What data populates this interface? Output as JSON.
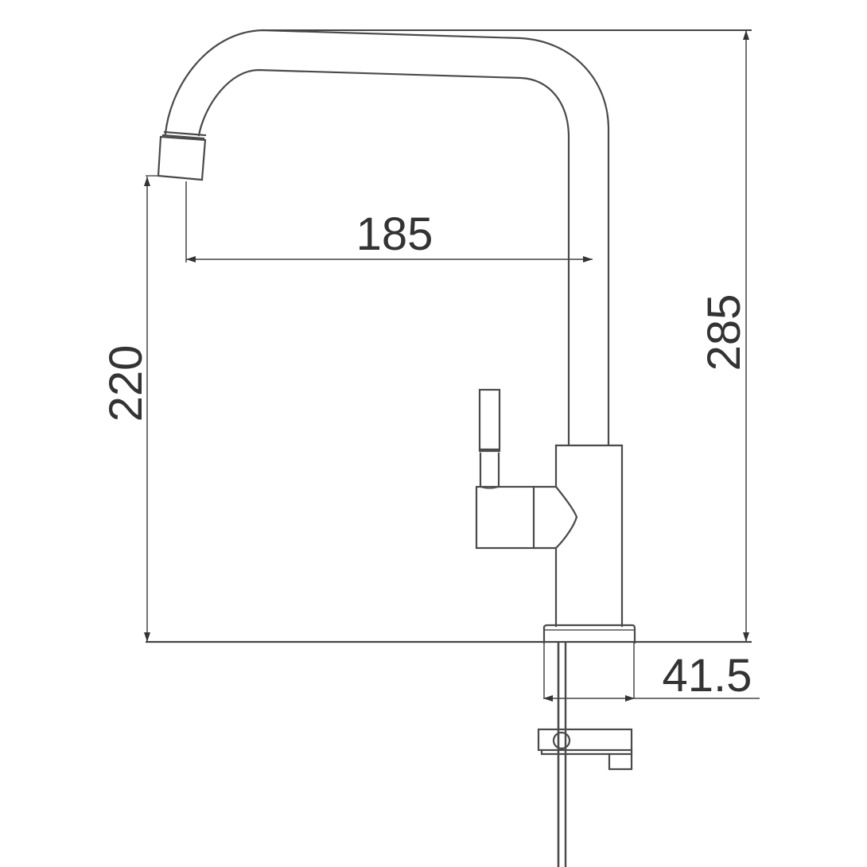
{
  "diagram": {
    "subject": "kitchen faucet side-elevation technical drawing",
    "units": "mm",
    "line_color": "#4a4a4a",
    "background": "#ffffff"
  },
  "dimensions": {
    "spout_reach": {
      "label": "185",
      "orientation": "horizontal"
    },
    "spout_outlet_height": {
      "label": "220",
      "orientation": "vertical"
    },
    "total_height": {
      "label": "285",
      "orientation": "vertical"
    },
    "base_diameter": {
      "label": "41.5",
      "orientation": "horizontal"
    }
  },
  "parts": [
    "spout",
    "aerator",
    "body",
    "lever-handle",
    "handle-cartridge",
    "base-escutcheon",
    "mounting-shank",
    "mounting-bracket",
    "supply-hose"
  ]
}
